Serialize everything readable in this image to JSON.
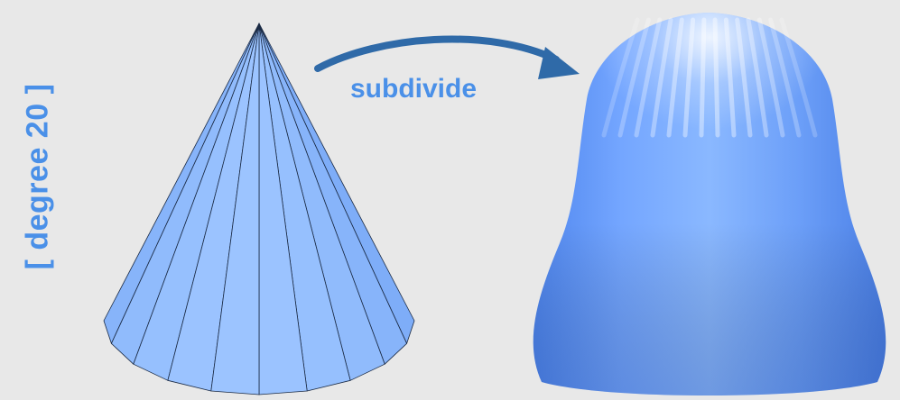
{
  "labels": {
    "degree": "[ degree 20 ]",
    "subdivide": "subdivide"
  },
  "colors": {
    "background": "#e8e8e8",
    "accent": "#4a90e8",
    "arrow": "#2f6aa8",
    "cone_light": "#9cc4ff",
    "cone_dark": "#6096f0",
    "surface": "#6fa3ff",
    "edge": "#1a2a44"
  },
  "icons": {
    "arrow": "curved-arrow-icon"
  },
  "model": {
    "input": "faceted-cone",
    "output": "smooth-subdivided-surface",
    "facets": 20
  }
}
